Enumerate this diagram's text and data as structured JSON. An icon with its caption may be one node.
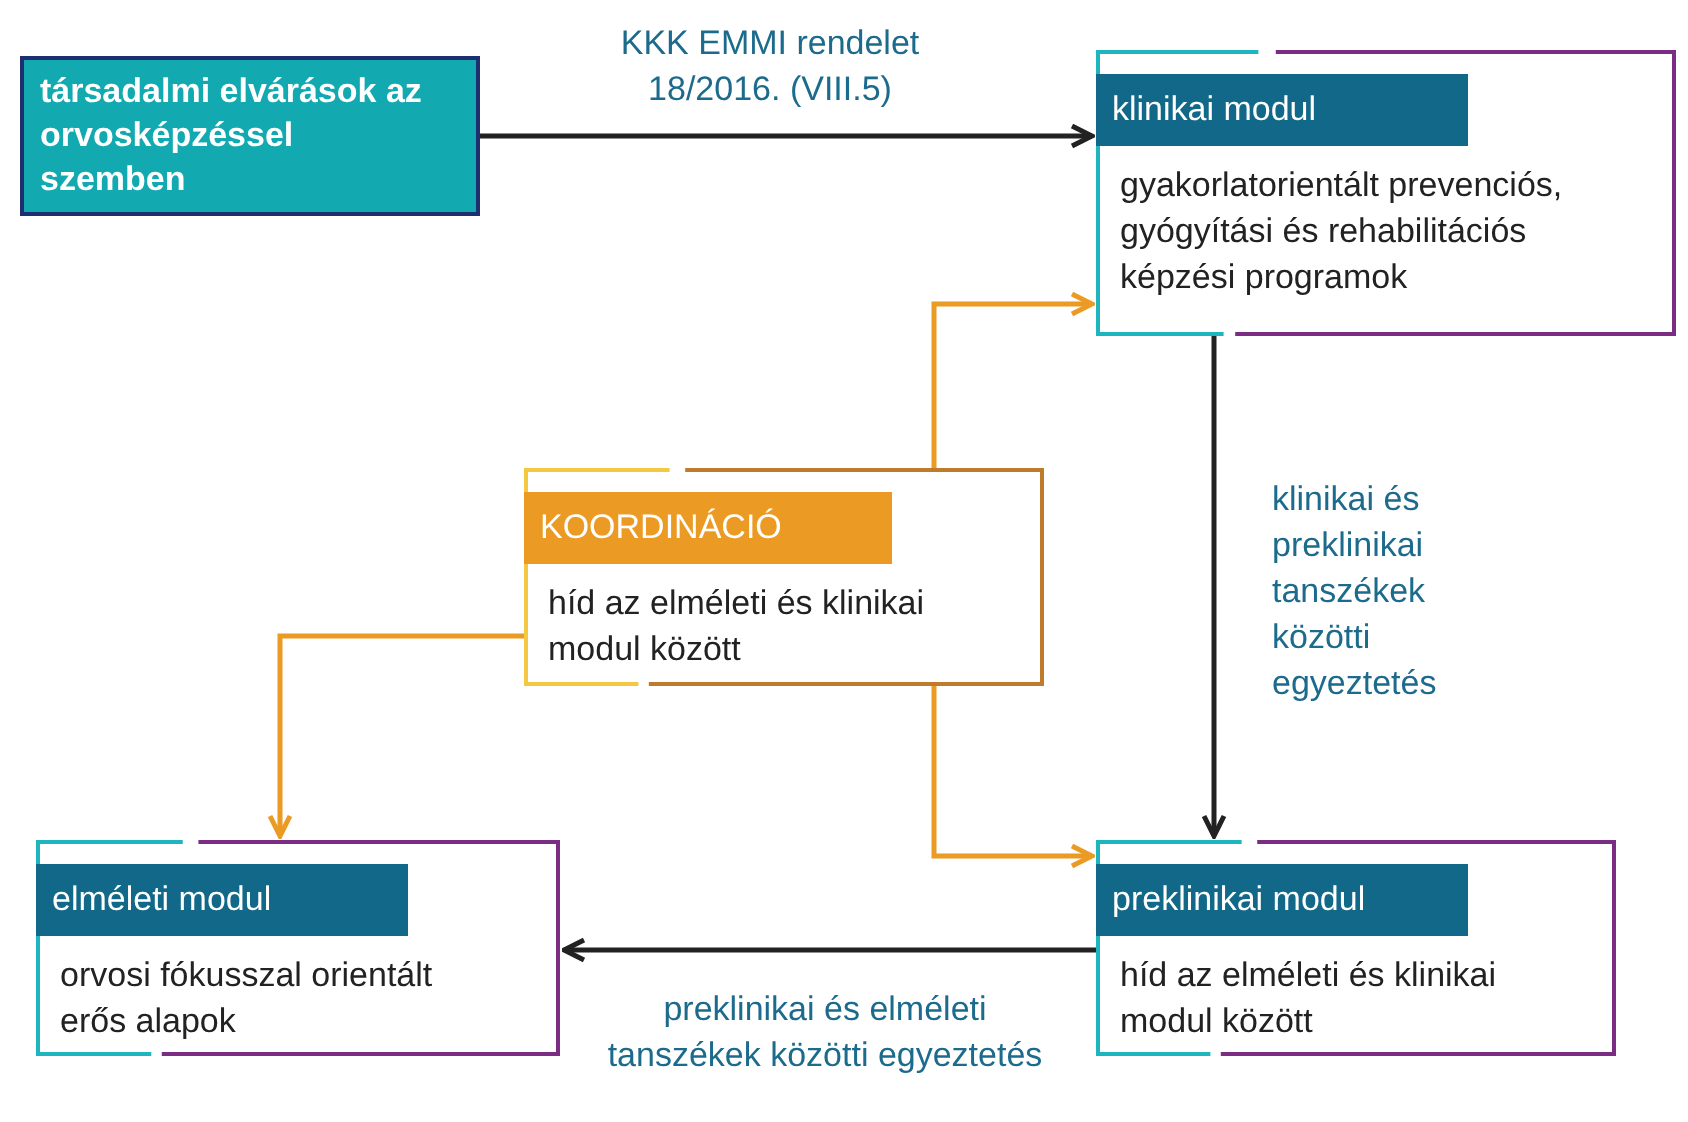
{
  "diagram": {
    "nodes": [
      {
        "text": [
          "társadalmi elvárások az orvosképzéssel szemben"
        ]
      },
      {
        "text": [
          "klinikai modul",
          "gyakorlatorientált prevenciós, gyógyítási és rehabilitációs képzési programok"
        ]
      },
      {
        "text": [
          "KOORDINÁCIÓ",
          "híd az elméleti és klinikai modul között"
        ]
      },
      {
        "text": [
          "elméleti modul",
          "orvosi fókusszal orientált erős alapok"
        ]
      },
      {
        "text": [
          "preklinikai modul",
          "híd az elméleti és klinikai modul között"
        ]
      }
    ],
    "edges": [
      {
        "from": 0,
        "to": 1,
        "arrow": "to",
        "label": "KKK EMMI rendelet 18/2016. (VIII.5)"
      },
      {
        "from": 2,
        "to": 1,
        "arrow": "to",
        "color": "#eb9a23"
      },
      {
        "from": 2,
        "to": 3,
        "arrow": "to",
        "color": "#eb9a23"
      },
      {
        "from": 2,
        "to": 4,
        "arrow": "to",
        "color": "#eb9a23"
      },
      {
        "from": 1,
        "to": 4,
        "arrow": "to",
        "label": "klinikai és preklinikai tanszékek közötti egyeztetés"
      },
      {
        "from": 4,
        "to": 3,
        "arrow": "to",
        "label": "preklinikai és elméleti tanszékek közötti egyeztetés"
      }
    ]
  }
}
